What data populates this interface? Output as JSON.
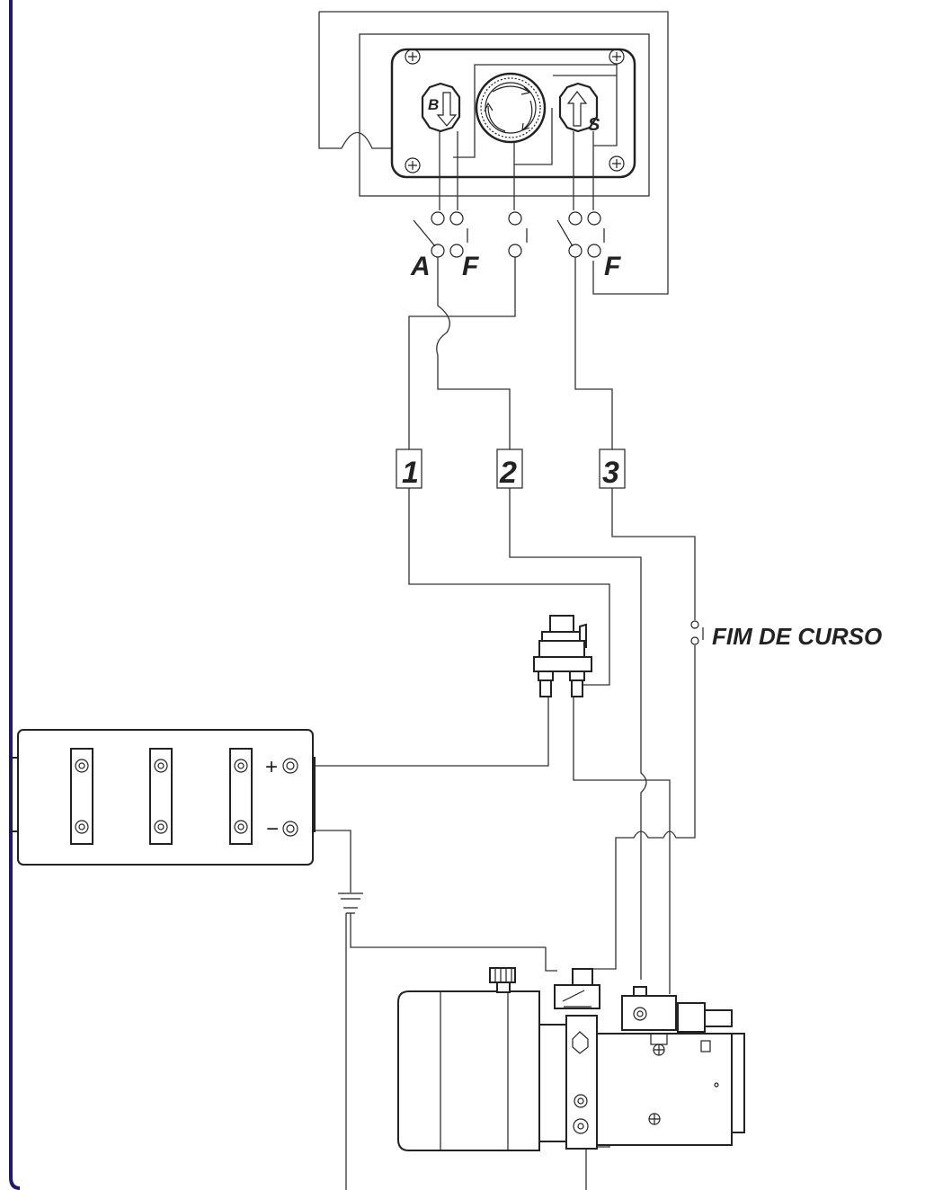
{
  "colors": {
    "frame": "#1c1a6e",
    "line": "#333333",
    "background": "#ffffff"
  },
  "control_panel": {
    "buttons": [
      {
        "letter": "B",
        "icon": "arrow-down-icon"
      },
      {
        "letter": "",
        "icon": "rotate-arrows-icon"
      },
      {
        "letter": "S",
        "icon": "arrow-up-icon"
      }
    ],
    "contact_labels": [
      "A",
      "F",
      "F"
    ]
  },
  "wire_labels": [
    "1",
    "2",
    "3"
  ],
  "limit_switch_label": "FIM DE CURSO",
  "battery": {
    "positive": "+",
    "negative": "−"
  }
}
